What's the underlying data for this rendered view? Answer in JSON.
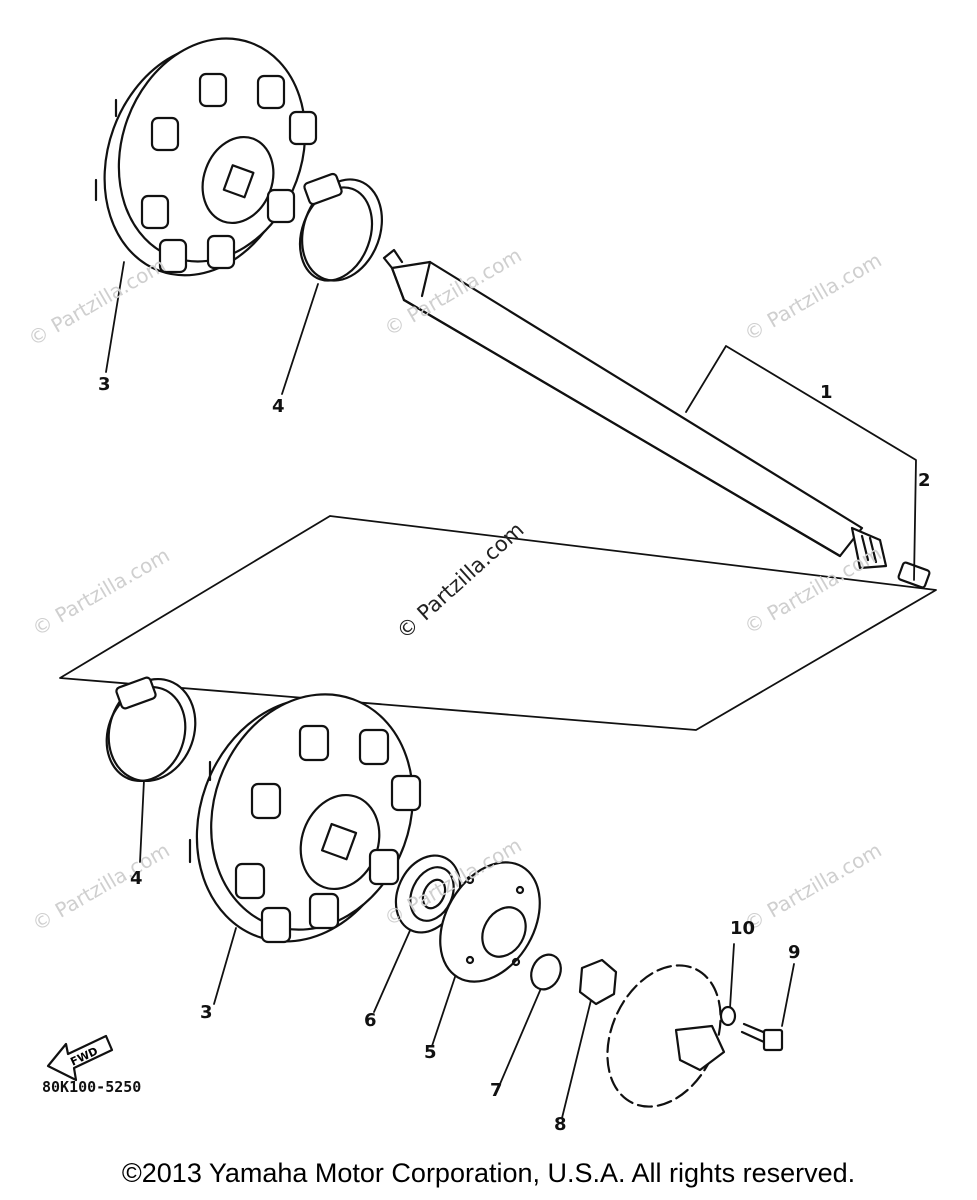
{
  "parts": [
    {
      "id": "part-1",
      "label": "1"
    },
    {
      "id": "part-2",
      "label": "2"
    },
    {
      "id": "part-3-upper",
      "label": "3"
    },
    {
      "id": "part-4-upper",
      "label": "4"
    },
    {
      "id": "part-4-lower",
      "label": "4"
    },
    {
      "id": "part-3-lower",
      "label": "3"
    },
    {
      "id": "part-6",
      "label": "6"
    },
    {
      "id": "part-5",
      "label": "5"
    },
    {
      "id": "part-7",
      "label": "7"
    },
    {
      "id": "part-8",
      "label": "8"
    },
    {
      "id": "part-10",
      "label": "10"
    },
    {
      "id": "part-9",
      "label": "9"
    }
  ],
  "direction_label": "FWD",
  "diagram_code": "80K100-5250",
  "watermark": "© Partzilla.com",
  "center_watermark": "© Partzilla.com",
  "copyright": "©2013  Yamaha Motor Corporation, U.S.A. All rights reserved."
}
